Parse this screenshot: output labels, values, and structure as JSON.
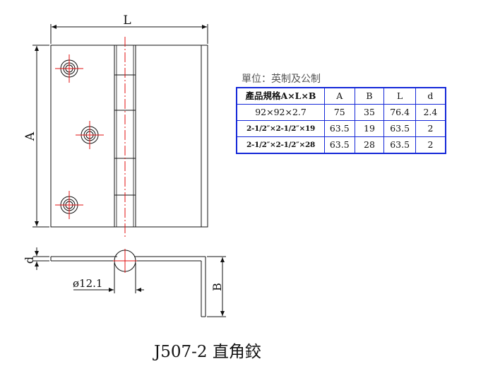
{
  "labels": {
    "dim_L": "L",
    "dim_A": "A",
    "dim_d": "d",
    "dim_B": "B",
    "diameter": "ø12.1"
  },
  "unit_label": "單位：英制及公制",
  "table": {
    "headers": [
      "產品規格A×L×B",
      "A",
      "B",
      "L",
      "d"
    ],
    "rows": [
      {
        "model": "92×92×2.7",
        "A": "75",
        "B": "35",
        "L": "76.4",
        "d": "2.4"
      },
      {
        "model": "2-1/2″×2-1/2″×19",
        "A": "63.5",
        "B": "19",
        "L": "63.5",
        "d": "2"
      },
      {
        "model": "2-1/2″×2-1/2″×28",
        "A": "63.5",
        "B": "28",
        "L": "63.5",
        "d": "2"
      }
    ]
  },
  "caption": "J507-2 直角鉸",
  "colors": {
    "line": "#111111",
    "center_line": "#e01010",
    "table_border": "#1428d8"
  }
}
